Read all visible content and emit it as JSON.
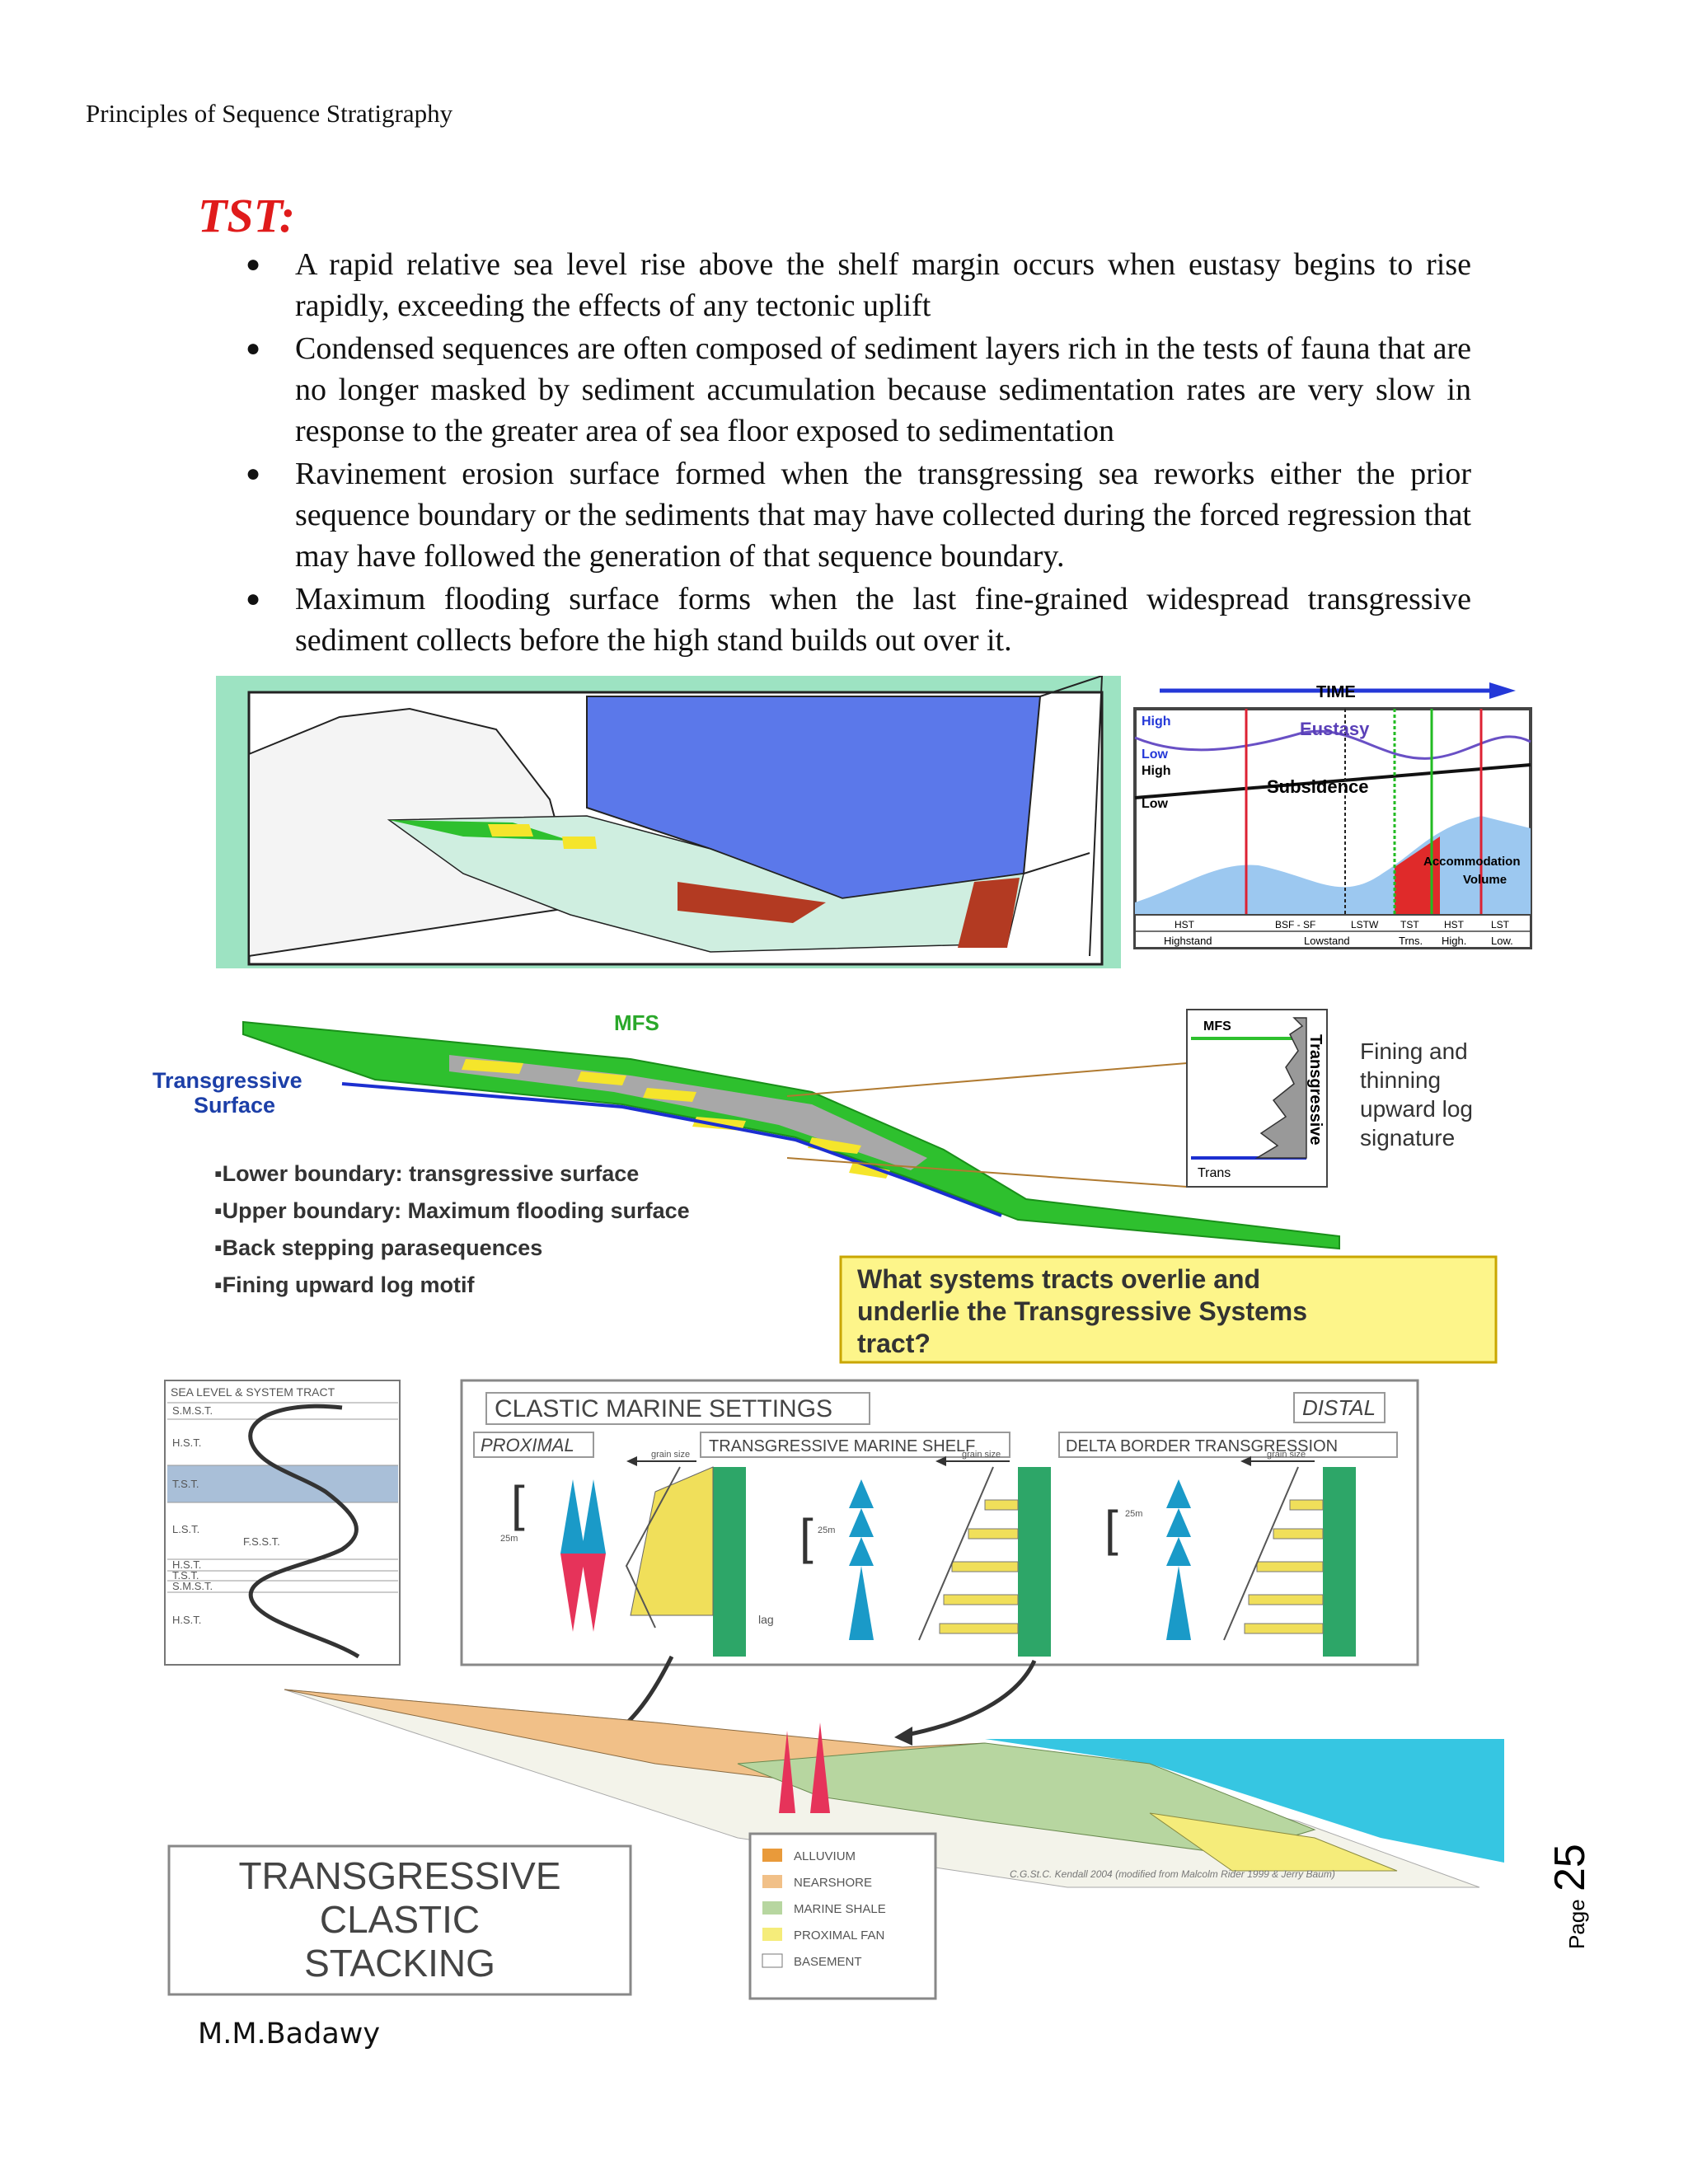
{
  "header": {
    "title": "Principles of Sequence Stratigraphy"
  },
  "section": {
    "title": "TST:"
  },
  "bullets": [
    "A rapid relative sea level rise above the shelf margin occurs when eustasy begins to rise rapidly, exceeding the effects of any tectonic uplift",
    "Condensed sequences are often composed of sediment layers rich in the tests of fauna that are no longer masked by sediment accumulation because sedimentation rates are very slow in response to the greater area of sea floor exposed to sedimentation",
    "Ravinement erosion surface formed when the transgressing sea reworks either the prior sequence boundary or the sediments that may have collected during the forced regression that may have followed the generation of that sequence boundary.",
    "Maximum flooding surface forms when the last fine-grained widespread transgressive sediment collects before the high stand builds out over it."
  ],
  "fig1": {
    "time": "TIME",
    "eustasy": "Eustasy",
    "subsidence": "Subsidence",
    "high1": "High",
    "low1": "Low",
    "high2": "High",
    "low2": "Low",
    "accommodation": "Accommodation",
    "volume": "Volume",
    "tracts_top": [
      "HST",
      "BSF - SF",
      "LSTW",
      "TST",
      "HST",
      "LST"
    ],
    "tracts_bottom": [
      "Highstand",
      "Lowstand",
      "Trns.",
      "High.",
      "Low."
    ]
  },
  "fig2": {
    "mfs": "MFS",
    "ts_line1": "Transgressive",
    "ts_line2": "Surface",
    "points": [
      "▪Lower boundary: transgressive surface",
      "▪Upper boundary: Maximum flooding surface",
      "▪Back stepping parasequences",
      "▪Fining upward log motif"
    ],
    "log_mfs": "MFS",
    "log_trans": "Trans",
    "log_vertical": "Transgressive",
    "signature": [
      "Fining and",
      "thinning",
      "upward log",
      "signature"
    ],
    "question": [
      "What systems tracts overlie and",
      "underlie the Transgressive Systems",
      "tract?"
    ]
  },
  "fig3": {
    "sl_title": "SEA LEVEL & SYSTEM TRACT",
    "sl_labels": [
      "S.M.S.T.",
      "H.S.T.",
      "T.S.T.",
      "L.S.T.",
      "F.S.S.T.",
      "H.S.T.",
      "T.S.T.",
      "S.M.S.T.",
      "H.S.T."
    ],
    "settings_title": "CLASTIC MARINE SETTINGS",
    "distal": "DISTAL",
    "proximal": "PROXIMAL",
    "shelf": "TRANSGRESSIVE MARINE SHELF",
    "delta": "DELTA BORDER TRANSGRESSION",
    "grain_size": "grain size",
    "scale": "25m",
    "lag": "lag",
    "legend": [
      "ALLUVIUM",
      "NEARSHORE",
      "MARINE SHALE",
      "PROXIMAL FAN",
      "BASEMENT"
    ],
    "credit": "C.G.St.C. Kendall 2004 (modified from Malcolm Rider 1999 & Jerry Baum)",
    "stacking": [
      "TRANSGRESSIVE",
      "CLASTIC",
      "STACKING"
    ]
  },
  "footer": {
    "author": "M.M.Badawy",
    "page_word": "Page",
    "page_number": "25"
  }
}
